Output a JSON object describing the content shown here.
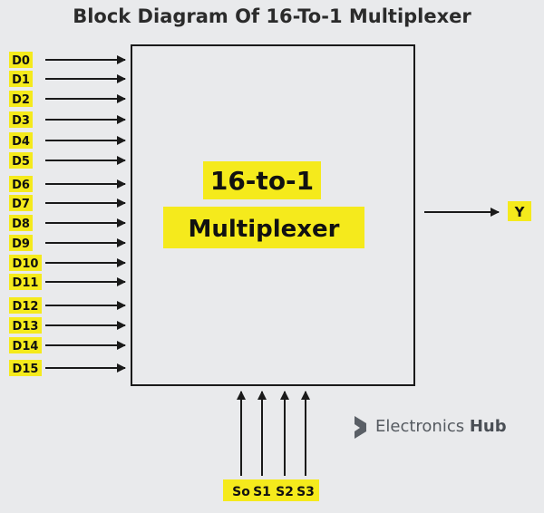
{
  "title": "Block Diagram Of 16-To-1 Multiplexer",
  "block": {
    "line1": "16-to-1",
    "line2": "Multiplexer"
  },
  "inputs": [
    "D0",
    "D1",
    "D2",
    "D3",
    "D4",
    "D5",
    "D6",
    "D7",
    "D8",
    "D9",
    "D10",
    "D11",
    "D12",
    "D13",
    "D14",
    "D15"
  ],
  "output": "Y",
  "selects": [
    "So",
    "S1",
    "S2",
    "S3"
  ],
  "brand": {
    "name_part1": "Electronics",
    "name_part2": "Hub",
    "icon": "electronics-hub-logo-icon"
  },
  "colors": {
    "label_highlight": "#f5ea1c",
    "block_stroke": "#1a1a1a",
    "arrow": "#1a1a1a",
    "background": "#e9eaec"
  }
}
